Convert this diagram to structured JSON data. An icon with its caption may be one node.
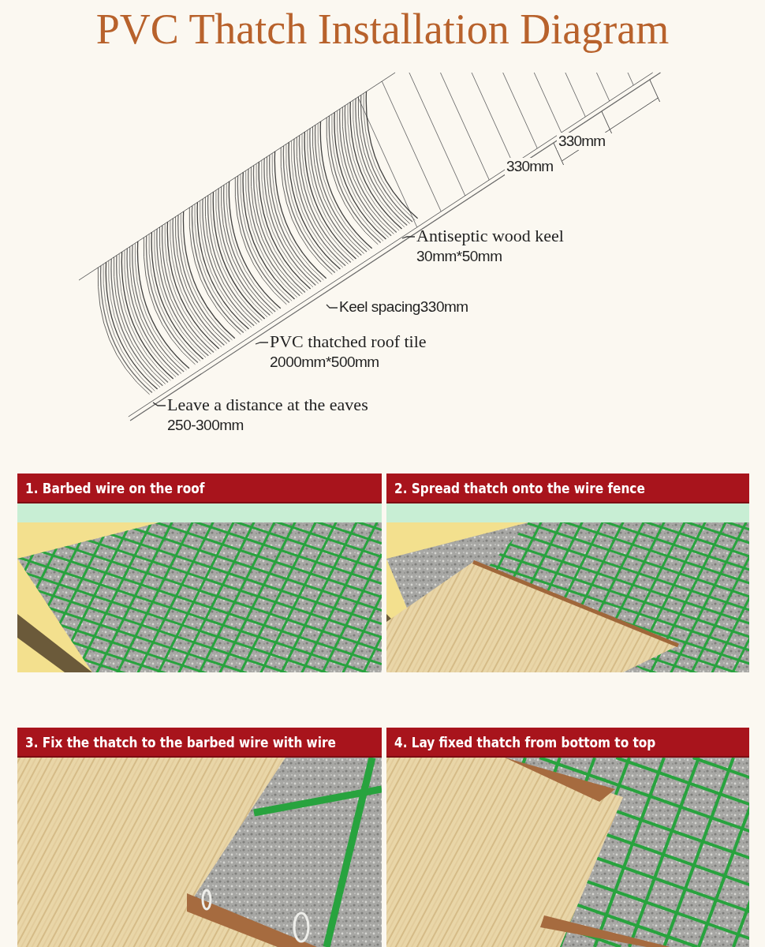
{
  "diagram": {
    "title": "PVC Thatch Installation Diagram",
    "nodes": [
      {
        "text": [
          "Antiseptic wood keel",
          "30mm*50mm"
        ]
      },
      {
        "text": [
          "Keel spacing330mm"
        ]
      },
      {
        "text": [
          "PVC thatched roof tile",
          "2000mm*500mm"
        ]
      },
      {
        "text": [
          "Leave a distance at the eaves",
          "250-300mm"
        ]
      },
      {
        "text": [
          "1. Barbed wire on the roof"
        ]
      },
      {
        "text": [
          "2. Spread thatch onto the wire fence"
        ]
      },
      {
        "text": [
          "3. Fix the thatch to the barbed wire with wire"
        ]
      },
      {
        "text": [
          "4. Lay fixed thatch from bottom to top"
        ]
      }
    ],
    "edges": [
      {
        "from": 0,
        "to": null,
        "arrow": "none"
      },
      {
        "from": 1,
        "to": null,
        "arrow": "none"
      },
      {
        "from": 2,
        "to": null,
        "arrow": "none"
      },
      {
        "from": 3,
        "to": null,
        "arrow": "none"
      }
    ],
    "labels": [
      "330mm",
      "330mm"
    ]
  }
}
